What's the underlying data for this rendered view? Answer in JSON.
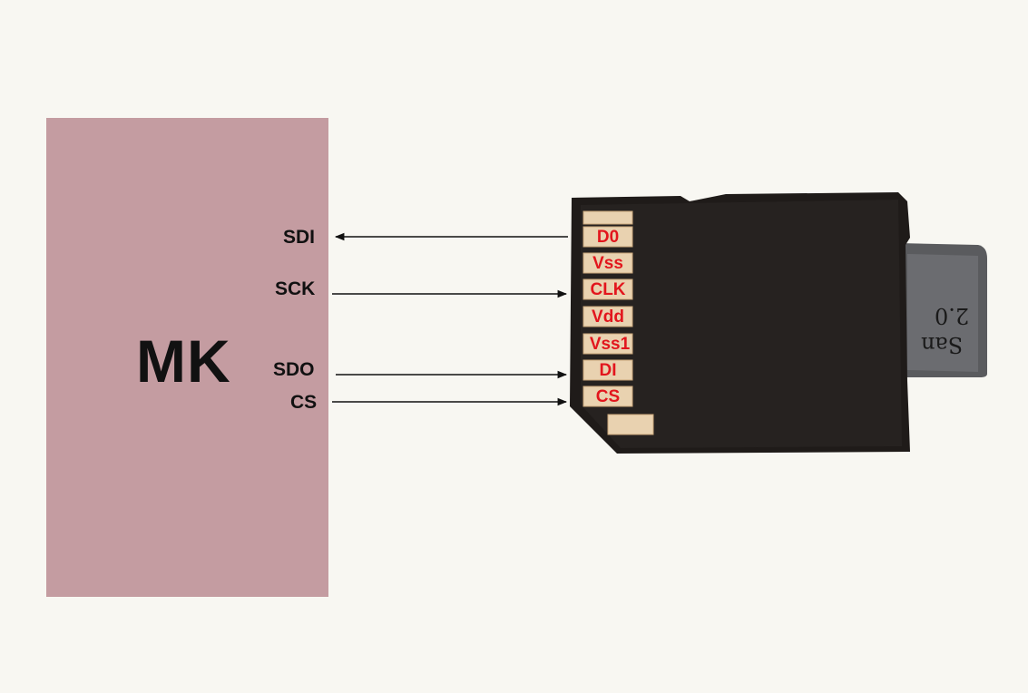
{
  "block_label": "MK",
  "signals": {
    "sdi": "SDI",
    "sck": "SCK",
    "sdo": "SDO",
    "cs": "CS"
  },
  "pins": [
    "D0",
    "Vss",
    "CLK",
    "Vdd",
    "Vss1",
    "DI",
    "CS"
  ],
  "microsd_text": {
    "line1": "2.0",
    "line2": "San"
  },
  "colors": {
    "background": "#f8f7f2",
    "block": "#c49ca1",
    "card": "#1f1b19",
    "pin_contact": "#e9d2b0",
    "pin_label": "#e2161d"
  }
}
